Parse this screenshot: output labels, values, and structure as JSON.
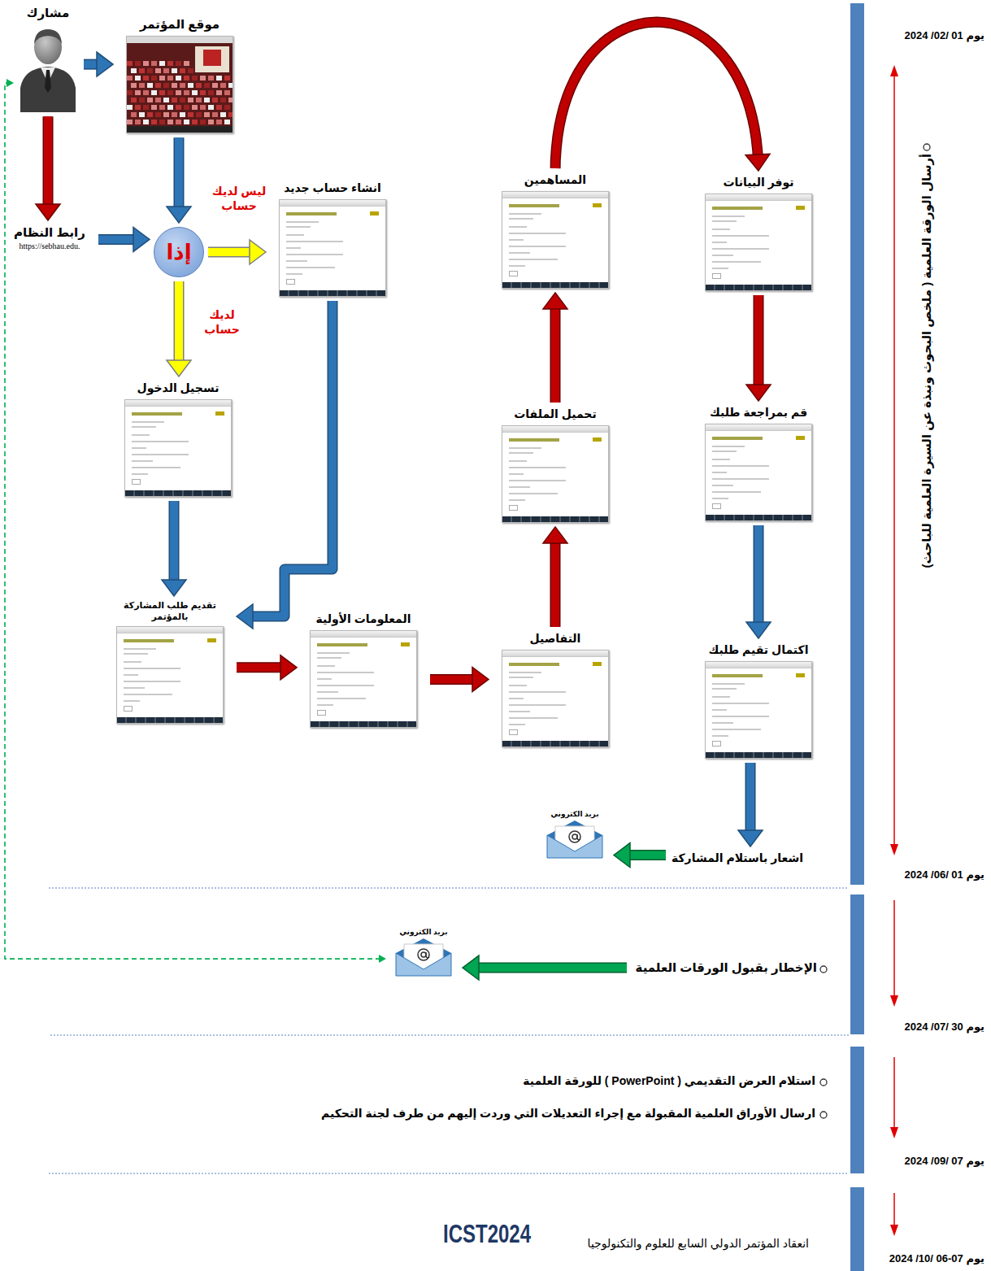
{
  "diagram": {
    "nodes": [
      {
        "text": [
          "مشارك"
        ]
      },
      {
        "text": [
          "موقع المؤتمر"
        ]
      },
      {
        "text": [
          "رابط النظام",
          "https://sebhau.edu."
        ]
      },
      {
        "text": [
          "إذا"
        ]
      },
      {
        "text": [
          "انشاء حساب جديد"
        ]
      },
      {
        "text": [
          "تسجيل الدخول"
        ]
      },
      {
        "text": [
          "تقديم طلب المشاركة بالمؤتمر"
        ]
      },
      {
        "text": [
          "المعلومات الأولية"
        ]
      },
      {
        "text": [
          "التفاصيل"
        ]
      },
      {
        "text": [
          "تحميل الملفات"
        ]
      },
      {
        "text": [
          "المساهمين"
        ]
      },
      {
        "text": [
          "توفر البيانات"
        ]
      },
      {
        "text": [
          "قم بمراجعة طلبك"
        ]
      },
      {
        "text": [
          "اكتمال تقيم طلبك"
        ]
      },
      {
        "text": [
          "اشعار باستلام المشاركة"
        ]
      },
      {
        "text": [
          "بريد الكتروني"
        ]
      },
      {
        "text": [
          "الإخطار بقبول الورقات العلمية"
        ]
      },
      {
        "text": [
          "بريد الكتروني"
        ]
      }
    ],
    "edges": [
      {
        "from": 0,
        "to": 1,
        "arrow": "to"
      },
      {
        "from": 0,
        "to": 2,
        "arrow": "to"
      },
      {
        "from": 1,
        "to": 3,
        "arrow": "to"
      },
      {
        "from": 2,
        "to": 3,
        "arrow": "to"
      },
      {
        "from": 3,
        "to": 4,
        "label": "ليس لديك حساب",
        "arrow": "to"
      },
      {
        "from": 3,
        "to": 5,
        "label": "لديك حساب",
        "arrow": "to"
      },
      {
        "from": 4,
        "to": 6,
        "arrow": "to"
      },
      {
        "from": 5,
        "to": 6,
        "arrow": "to"
      },
      {
        "from": 6,
        "to": 7,
        "arrow": "to"
      },
      {
        "from": 7,
        "to": 8,
        "arrow": "to"
      },
      {
        "from": 8,
        "to": 9,
        "arrow": "to"
      },
      {
        "from": 9,
        "to": 10,
        "arrow": "to"
      },
      {
        "from": 10,
        "to": 11,
        "arrow": "to"
      },
      {
        "from": 11,
        "to": 12,
        "arrow": "to"
      },
      {
        "from": 12,
        "to": 13,
        "arrow": "to"
      },
      {
        "from": 13,
        "to": 14,
        "arrow": "to"
      },
      {
        "from": 14,
        "to": 15,
        "arrow": "to"
      },
      {
        "from": 16,
        "to": 17,
        "arrow": "to"
      },
      {
        "from": 17,
        "to": 0,
        "arrow": "both"
      }
    ],
    "labels": [
      "يوم 01 /02/ 2024",
      "أرسال الورقة العلمية ( ملخص البحوث ونبذة عن السيرة العلمية للباحث)",
      "يوم 01 /06/ 2024",
      "يوم 30 /07/ 2024",
      "استلام العرض التقديمي ( PowerPoint ) للورقة العلمية",
      "ارسال الأوراق العلمية المقبولة مع إجراء التعديلات التي وردت إليهم من طرف لجنة التحكيم",
      "يوم 07 /09/ 2024",
      "ICST2024",
      "انعقاد المؤتمر الدولي السابع للعلوم والتكنولوجيا",
      "يوم 07-06 /10/ 2024"
    ]
  }
}
